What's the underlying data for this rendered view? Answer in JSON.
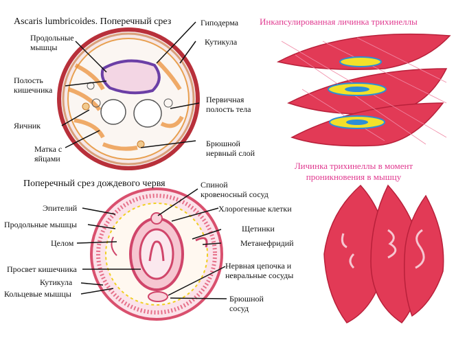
{
  "colors": {
    "label_text": "#111111",
    "trichinella_text": "#e0398f",
    "muscle_fill": "#e23a56",
    "muscle_light": "#f08aa6",
    "capsule_yellow": "#f3e02a",
    "capsule_blue": "#2b8fd6"
  },
  "ascaris": {
    "title": "Ascaris lumbricoides. Поперечный срез",
    "labels": {
      "longitudinal_muscles": "Продольные\nмышцы",
      "gut_cavity": "Полость\nкишечника",
      "ovary": "Яичник",
      "uterus": "Матка с\nяйцами",
      "hypodermis": "Гиподерма",
      "cuticle": "Кутикула",
      "primary_cavity": "Первичная\nполость тела",
      "ventral_nerve": "Брюшной\nнервный слой"
    }
  },
  "earthworm": {
    "title": "Поперечный срез дождевого червя",
    "labels": {
      "dorsal_vessel": "Спиной\nкровеносный сосуд",
      "epithelium": "Эпителий",
      "longitudinal_muscles": "Продольные мышцы",
      "coelom": "Целом",
      "gut_lumen": "Просвет кишечника",
      "cuticle": "Кутикула",
      "circular_muscles": "Кольцевые мышцы",
      "chloragogen": "Хлорогенные клетки",
      "setae": "Щетинки",
      "metanephridium": "Метанефридий",
      "nerve_chain": "Нервная цепочка и\nневральные сосуды",
      "ventral_vessel": "Брюшной\nсосуд"
    }
  },
  "trichinella": {
    "encapsulated_title": "Инкапсулированная личинка трихинеллы",
    "penetrating_title": "Личинка трихинеллы в момент\nпроникновения в мышцу"
  }
}
